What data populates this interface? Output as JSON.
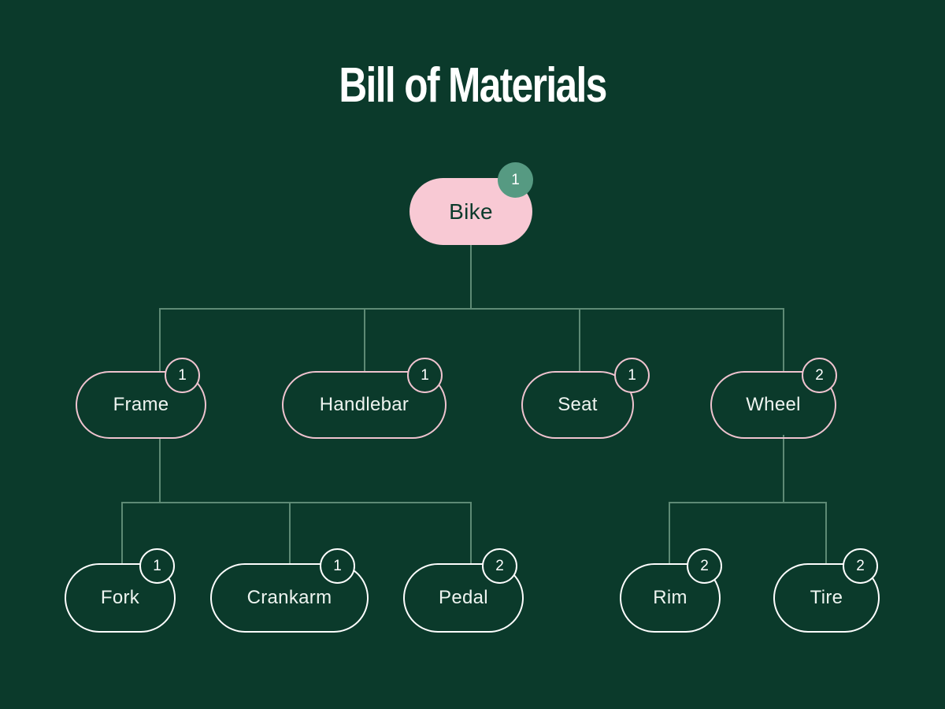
{
  "title": "Bill of Materials",
  "diagram": {
    "type": "tree",
    "nodes": {
      "bike": {
        "label": "Bike",
        "qty": "1"
      },
      "frame": {
        "label": "Frame",
        "qty": "1"
      },
      "handlebar": {
        "label": "Handlebar",
        "qty": "1"
      },
      "seat": {
        "label": "Seat",
        "qty": "1"
      },
      "wheel": {
        "label": "Wheel",
        "qty": "2"
      },
      "fork": {
        "label": "Fork",
        "qty": "1"
      },
      "crankarm": {
        "label": "Crankarm",
        "qty": "1"
      },
      "pedal": {
        "label": "Pedal",
        "qty": "2"
      },
      "rim": {
        "label": "Rim",
        "qty": "2"
      },
      "tire": {
        "label": "Tire",
        "qty": "2"
      }
    },
    "edges": [
      {
        "from": "Bike",
        "to": "Frame"
      },
      {
        "from": "Bike",
        "to": "Handlebar"
      },
      {
        "from": "Bike",
        "to": "Seat"
      },
      {
        "from": "Bike",
        "to": "Wheel"
      },
      {
        "from": "Frame",
        "to": "Fork"
      },
      {
        "from": "Frame",
        "to": "Crankarm"
      },
      {
        "from": "Frame",
        "to": "Pedal"
      },
      {
        "from": "Wheel",
        "to": "Rim"
      },
      {
        "from": "Wheel",
        "to": "Tire"
      }
    ],
    "colors": {
      "background": "#0b3a2b",
      "root_fill": "#f8c9d4",
      "root_badge": "#569a82",
      "level2_outline": "#efc3cf",
      "level3_outline": "#fdfdfd",
      "connector": "#5e8a75",
      "text_light": "#eef4f0",
      "text_dark": "#0b3a2b"
    }
  }
}
